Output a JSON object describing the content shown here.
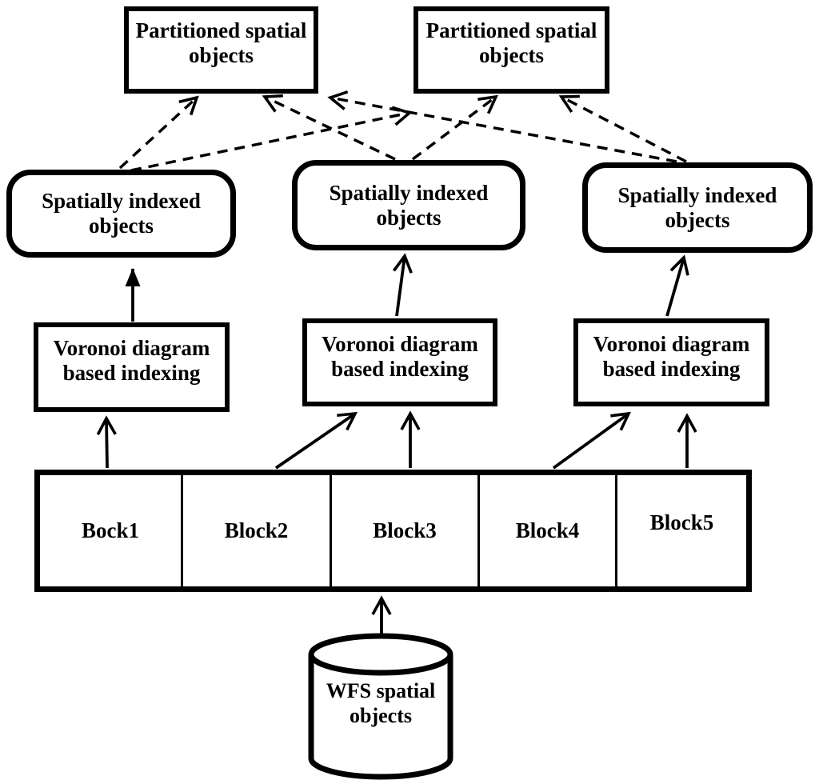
{
  "figure": {
    "partitioned_boxes": [
      {
        "label": "Partitioned spatial objects"
      },
      {
        "label": "Partitioned spatial objects"
      }
    ],
    "spatially_indexed_boxes": [
      {
        "label": "Spatially indexed objects"
      },
      {
        "label": "Spatially indexed objects"
      },
      {
        "label": "Spatially indexed objects"
      }
    ],
    "voronoi_boxes": [
      {
        "label": "Voronoi diagram based indexing"
      },
      {
        "label": "Voronoi diagram based indexing"
      },
      {
        "label": "Voronoi diagram based indexing"
      }
    ],
    "blocks": [
      {
        "label": "Bock1"
      },
      {
        "label": "Block2"
      },
      {
        "label": "Block3"
      },
      {
        "label": "Block4"
      },
      {
        "label": "Block5"
      }
    ],
    "datastore": {
      "label": "WFS spatial objects"
    },
    "colors": {
      "stroke": "#000000",
      "background": "#ffffff",
      "text": "#000000"
    }
  }
}
